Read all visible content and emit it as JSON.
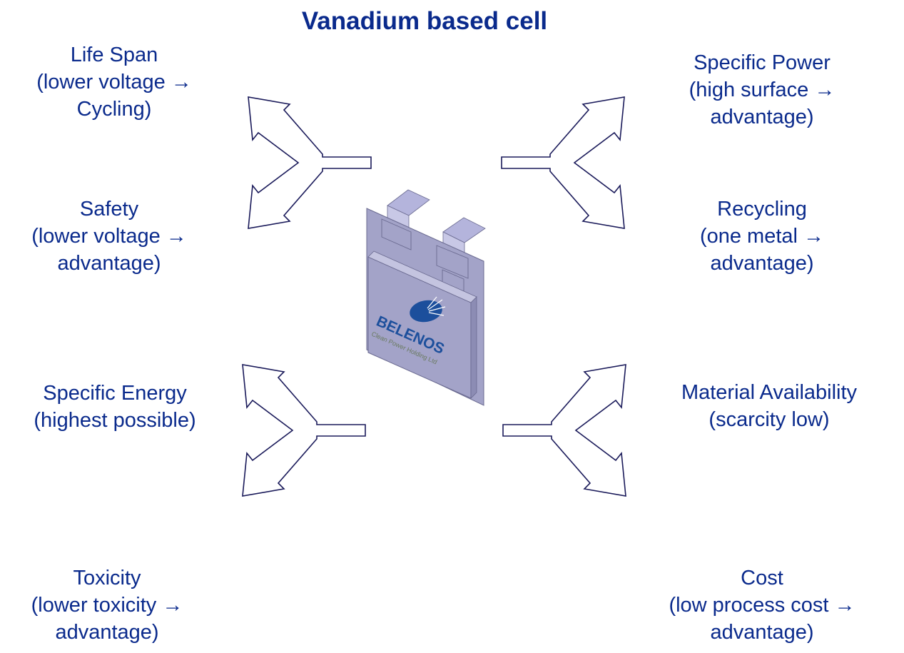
{
  "colors": {
    "text": "#0a2a8c",
    "arrow_stroke": "#1a1a5a",
    "cell_body": "#a3a3c8",
    "cell_tab": "#b4b4dc",
    "cell_edge": "#6a6a90",
    "logo": "#1c4f9c"
  },
  "diagram": {
    "title": "Vanadium based cell",
    "cell": {
      "logo_text": "BELENOS",
      "logo_subtext": "Clean Power Holding Ltd",
      "logo_icon": "globe-sunburst-icon"
    },
    "arrow_icon": "double-headed-t-arrow-icon",
    "properties": [
      {
        "id": "life-span",
        "lines": [
          "Life Span",
          "(lower voltage →",
          "Cycling)"
        ]
      },
      {
        "id": "specific-power",
        "lines": [
          "Specific Power",
          "(high surface →",
          "advantage)"
        ]
      },
      {
        "id": "safety",
        "lines": [
          "Safety",
          "(lower voltage →",
          "advantage)"
        ]
      },
      {
        "id": "recycling",
        "lines": [
          "Recycling",
          "(one metal →",
          "advantage)"
        ]
      },
      {
        "id": "specific-energy",
        "lines": [
          "Specific Energy",
          "(highest possible)"
        ]
      },
      {
        "id": "material-availability",
        "lines": [
          "Material Availability",
          "(scarcity low)"
        ]
      },
      {
        "id": "toxicity",
        "lines": [
          "Toxicity",
          "(lower toxicity →",
          "advantage)"
        ]
      },
      {
        "id": "cost",
        "lines": [
          "Cost",
          "(low process cost →",
          "advantage)"
        ]
      }
    ]
  }
}
